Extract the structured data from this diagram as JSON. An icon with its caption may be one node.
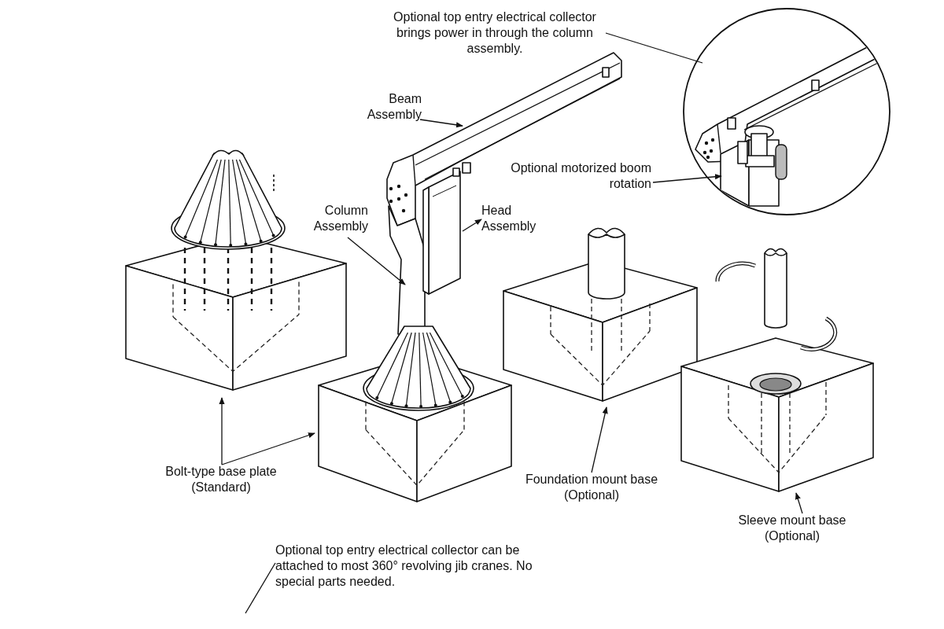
{
  "diagram": {
    "nodes": [
      {
        "text": [
          "Optional top entry electrical collector brings power in through the column assembly."
        ]
      },
      {
        "text": [
          "Beam Assembly"
        ]
      },
      {
        "text": [
          "Optional motorized boom rotation"
        ]
      },
      {
        "text": [
          "Column Assembly"
        ]
      },
      {
        "text": [
          "Head Assembly"
        ]
      },
      {
        "text": [
          "Bolt-type base plate (Standard)"
        ]
      },
      {
        "text": [
          "Foundation mount base (Optional)"
        ]
      },
      {
        "text": [
          "Sleeve mount base (Optional)"
        ]
      },
      {
        "text": [
          "Optional top entry electrical collector can be attached to most 360° revolving jib cranes. No special parts needed."
        ]
      },
      {
        "text": [],
        "shape": "picture"
      },
      {
        "text": [],
        "shape": "picture",
        "in": 9
      },
      {
        "text": [],
        "shape": "picture",
        "in": 9
      },
      {
        "text": [],
        "shape": "picture"
      },
      {
        "text": [],
        "shape": "picture"
      },
      {
        "text": [],
        "shape": "picture"
      },
      {
        "text": [],
        "shape": "picture"
      },
      {
        "text": [],
        "shape": "picture"
      },
      {
        "text": [],
        "shape": "picture"
      },
      {
        "text": [],
        "shape": "picture"
      }
    ],
    "edges": [
      {
        "from": 0,
        "to": 10,
        "arrow": "none"
      },
      {
        "from": 1,
        "to": 12,
        "arrow": "to"
      },
      {
        "from": 2,
        "to": 11,
        "arrow": "to"
      },
      {
        "from": 3,
        "to": 13,
        "arrow": "to"
      },
      {
        "from": 14,
        "to": 4,
        "arrow": "to"
      },
      {
        "from": 5,
        "to": 15,
        "arrow": "to"
      },
      {
        "from": 5,
        "to": 16,
        "arrow": "to"
      },
      {
        "from": 6,
        "to": 17,
        "arrow": "to"
      },
      {
        "from": 7,
        "to": 18,
        "arrow": "to"
      },
      {
        "from": 8,
        "to": null,
        "arrow": "none"
      }
    ]
  }
}
